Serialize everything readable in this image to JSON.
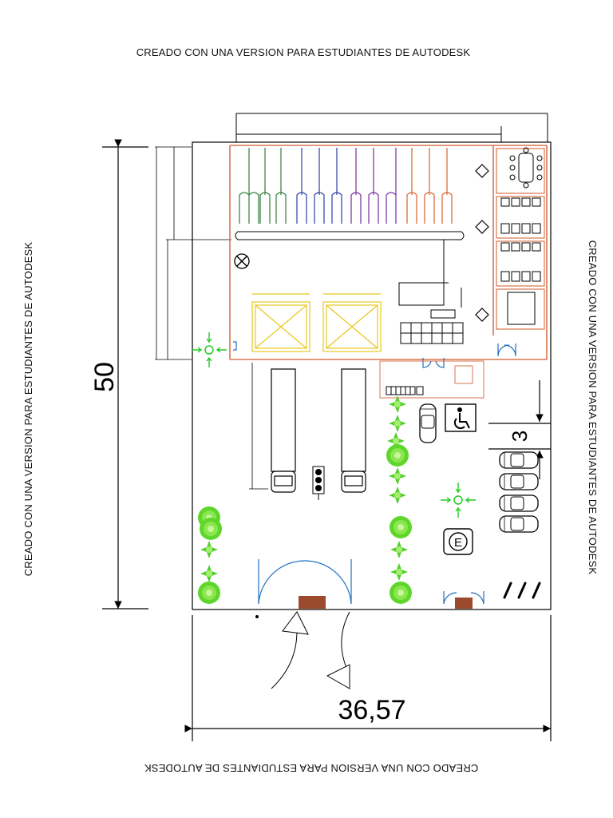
{
  "watermark": {
    "top": "CREADO CON UNA VERSION PARA ESTUDIANTES DE AUTODESK",
    "left": "CREADO CON UNA VERSION PARA ESTUDIANTES DE AUTODESK",
    "right": "CREADO CON UNA VERSION PARA ESTUDIANTES DE AUTODESK",
    "bottom": "CREADO CON UNA VERSION PARA ESTUDIANTES DE AUTODESK"
  },
  "dimensions": {
    "height_total": "50",
    "width_total": "36,57",
    "parking_spacing": "3"
  },
  "symbols": {
    "parking": "E"
  },
  "colors": {
    "wall": "#d9734e",
    "rack_green": "#2f7d3a",
    "rack_blue": "#2a3fa8",
    "rack_purple": "#7a2aa0",
    "rack_orange": "#d9622a",
    "loading_box": "#e8c81a",
    "door": "#1e6fc0",
    "evac_arrow": "#22cc22",
    "tree": "#5ed62a",
    "gate_block": "#9c4a2e"
  }
}
